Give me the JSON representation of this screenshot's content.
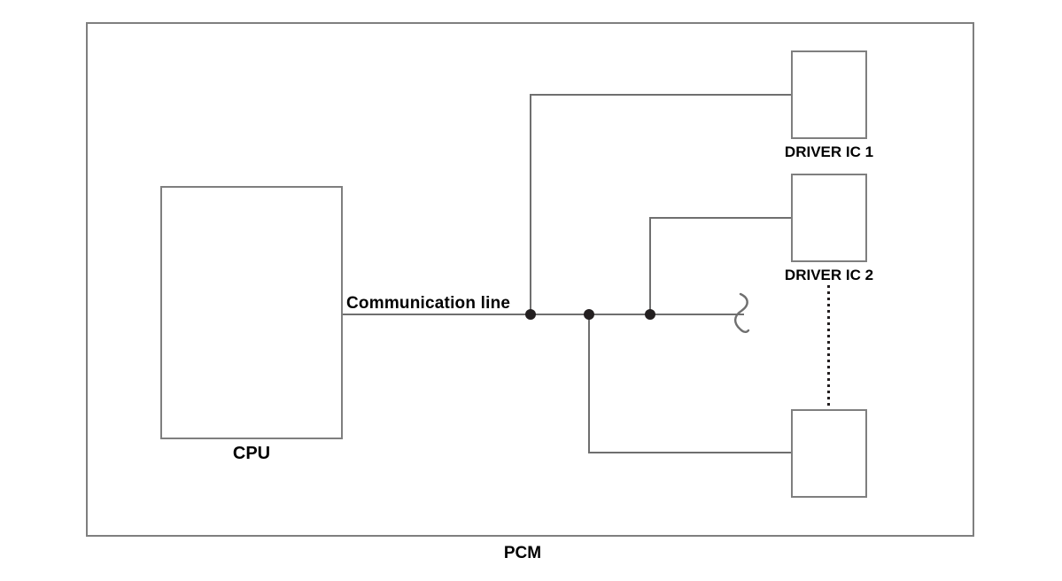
{
  "labels": {
    "pcm": "PCM",
    "cpu": "CPU",
    "communication_line": "Communication line",
    "driver_ic_1": "DRIVER IC 1",
    "driver_ic_2": "DRIVER IC 2"
  },
  "diagram": {
    "type": "block-diagram",
    "container": "PCM",
    "nodes": [
      {
        "id": "cpu",
        "label": "CPU"
      },
      {
        "id": "driver_ic_1",
        "label": "DRIVER IC 1"
      },
      {
        "id": "driver_ic_2",
        "label": "DRIVER IC 2"
      },
      {
        "id": "driver_ic_n",
        "label": ""
      }
    ],
    "edges": [
      {
        "from": "cpu",
        "to": "bus",
        "label": "Communication line"
      },
      {
        "from": "bus",
        "to": "driver_ic_1"
      },
      {
        "from": "bus",
        "to": "driver_ic_2"
      },
      {
        "from": "bus",
        "to": "driver_ic_n"
      }
    ],
    "markers": {
      "junction_dots": 3,
      "bus_break_squiggle": true,
      "ellipsis_dotted_line_between": [
        "driver_ic_2",
        "driver_ic_n"
      ]
    },
    "colors": {
      "background": "#ffffff",
      "box_border": "#7f7f7f",
      "wire": "#6f6f6f",
      "junction_dot": "#231f20",
      "text": "#000000"
    }
  }
}
